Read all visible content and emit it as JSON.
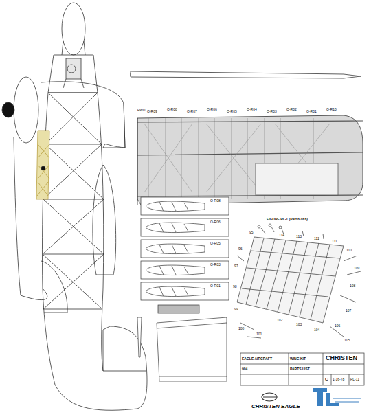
{
  "diagram": {
    "labels": [
      "FWD",
      "O-R09",
      "O-R08",
      "O-R07",
      "O-R06",
      "O-R05",
      "O-R04",
      "O-R03",
      "O-R02",
      "O-R01",
      "O-R10",
      "O-R08",
      "O-R06",
      "O-R05",
      "O-R03",
      "O-R01",
      "FIGURE PL-1 (Part 6 of 6)",
      "114",
      "113",
      "112",
      "111",
      "110",
      "109",
      "108",
      "107",
      "106",
      "105",
      "104",
      "103",
      "102",
      "101",
      "100",
      "99",
      "98",
      "97",
      "96",
      "95",
      "EAGLE AIRCRAFT",
      "WING KIT",
      "CHRISTEN",
      "904",
      "PARTS LIST",
      "C",
      "1-16-78",
      "PL-11",
      "CHRISTEN EAGLE"
    ]
  }
}
